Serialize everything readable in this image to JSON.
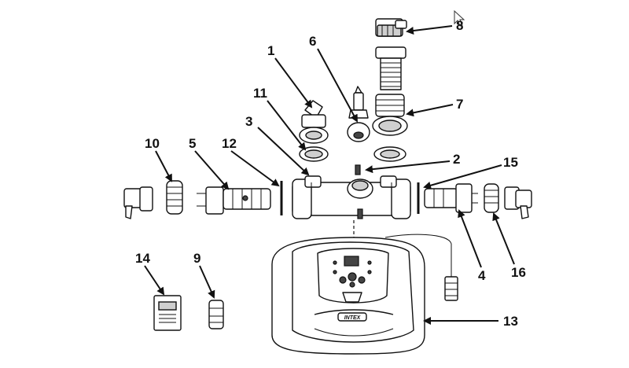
{
  "callouts": [
    {
      "id": "1",
      "label": "1"
    },
    {
      "id": "2",
      "label": "2"
    },
    {
      "id": "3",
      "label": "3"
    },
    {
      "id": "4",
      "label": "4"
    },
    {
      "id": "5",
      "label": "5"
    },
    {
      "id": "6",
      "label": "6"
    },
    {
      "id": "7",
      "label": "7"
    },
    {
      "id": "8",
      "label": "8"
    },
    {
      "id": "9",
      "label": "9"
    },
    {
      "id": "10",
      "label": "10"
    },
    {
      "id": "11",
      "label": "11"
    },
    {
      "id": "12",
      "label": "12"
    },
    {
      "id": "13",
      "label": "13"
    },
    {
      "id": "14",
      "label": "14"
    },
    {
      "id": "15",
      "label": "15"
    },
    {
      "id": "16",
      "label": "16"
    }
  ],
  "brand_logo_text": "INTEX",
  "cursor_icon": "mouse-pointer-icon"
}
